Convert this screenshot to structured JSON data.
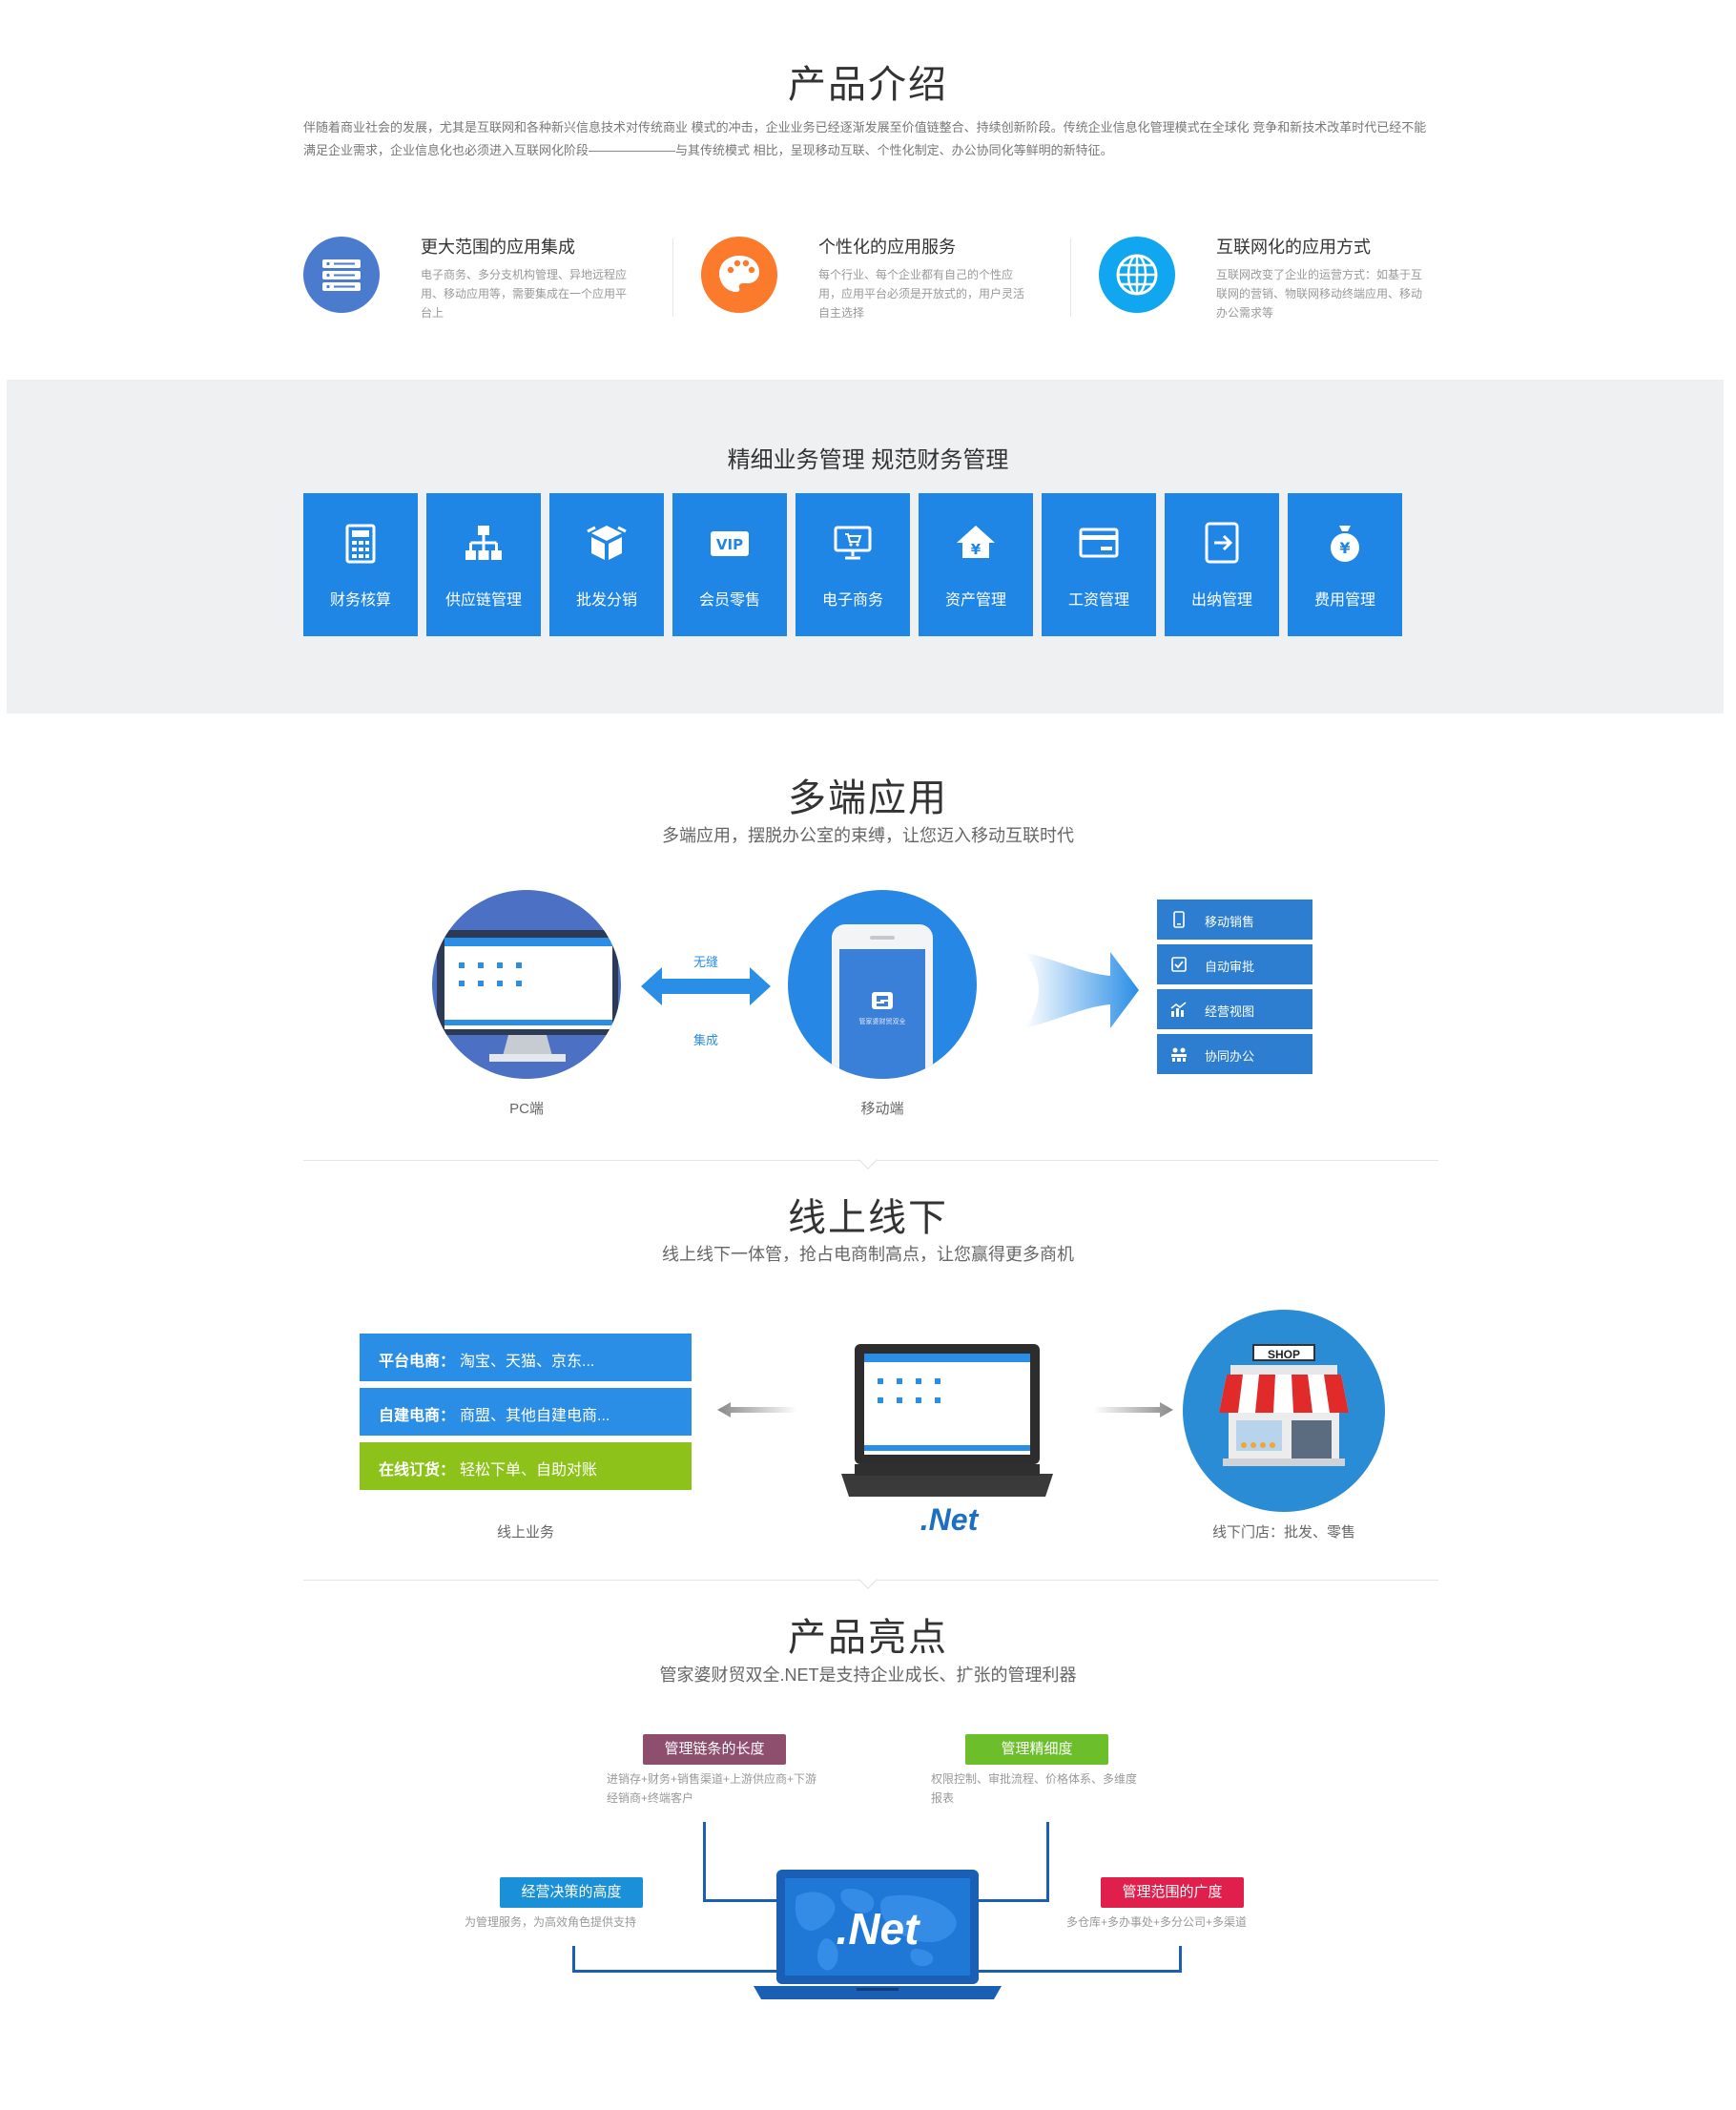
{
  "intro": {
    "title": "产品介绍",
    "text": "伴随着商业社会的发展，尤其是互联网和各种新兴信息技术对传统商业 模式的冲击，企业业务已经逐渐发展至价值链整合、持续创新阶段。传统企业信息化管理模式在全球化 竞争和新技术改革时代已经不能满足企业需求，企业信息化也必须进入互联网化阶段———————与其传统模式 相比，呈现移动互联、个性化制定、办公协同化等鲜明的新特征。",
    "features": [
      {
        "icon": "server-icon",
        "color": "#4a7bcd",
        "title": "更大范围的应用集成",
        "desc": "电子商务、多分支机构管理、异地远程应用、移动应用等，需要集成在一个应用平台上"
      },
      {
        "icon": "palette-icon",
        "color": "#fb7a2c",
        "title": "个性化的应用服务",
        "desc": "每个行业、每个企业都有自己的个性应用，应用平台必须是开放式的，用户灵活自主选择"
      },
      {
        "icon": "globe-icon",
        "color": "#10a6f0",
        "title": "互联网化的应用方式",
        "desc": "互联网改变了企业的运营方式：如基于互联网的营销、物联网移动终端应用、移动办公需求等"
      }
    ]
  },
  "modules": {
    "title": "精细业务管理  规范财务管理",
    "items": [
      {
        "label": "财务核算",
        "icon": "calculator-icon"
      },
      {
        "label": "供应链管理",
        "icon": "org-chart-icon"
      },
      {
        "label": "批发分销",
        "icon": "box-icon"
      },
      {
        "label": "会员零售",
        "icon": "vip-icon"
      },
      {
        "label": "电子商务",
        "icon": "monitor-cart-icon"
      },
      {
        "label": "资产管理",
        "icon": "house-yen-icon"
      },
      {
        "label": "工资管理",
        "icon": "card-icon"
      },
      {
        "label": "出纳管理",
        "icon": "exit-icon"
      },
      {
        "label": "费用管理",
        "icon": "money-bag-icon"
      }
    ]
  },
  "multi": {
    "title": "多端应用",
    "subtitle": "多端应用，摆脱办公室的束缚，让您迈入移动互联时代",
    "pc_label": "PC端",
    "mobile_label": "移动端",
    "arrow_top": "无缝",
    "arrow_bottom": "集成",
    "phone_brand": "管家婆财贸双全",
    "mobile_items": [
      {
        "label": "移动销售",
        "icon": "phone-icon"
      },
      {
        "label": "自动审批",
        "icon": "approve-icon"
      },
      {
        "label": "经营视图",
        "icon": "chart-icon"
      },
      {
        "label": "协同办公",
        "icon": "people-icon"
      }
    ]
  },
  "online": {
    "title": "线上线下",
    "subtitle": "线上线下一体管，抢占电商制高点，让您赢得更多商机",
    "bars": [
      {
        "key": "平台电商：",
        "val": "淘宝、天猫、京东...",
        "color": "#2a8ee6"
      },
      {
        "key": "自建电商：",
        "val": "商盟、其他自建电商...",
        "color": "#2a8ee6"
      },
      {
        "key": "在线订货：",
        "val": "轻松下单、自助对账",
        "color": "#8cc21a"
      }
    ],
    "online_label": "线上业务",
    "net_label": ".Net",
    "shop_sign": "SHOP",
    "offline_label": "线下门店：批发、零售"
  },
  "highlights": {
    "title": "产品亮点",
    "subtitle": "管家婆财贸双全.NET是支持企业成长、扩张的管理利器",
    "items": [
      {
        "tag": "管理链条的长度",
        "color": "#8e4f6e",
        "desc": "进销存+财务+销售渠道+上游供应商+下游经销商+终端客户"
      },
      {
        "tag": "管理精细度",
        "color": "#6cbf2a",
        "desc": "权限控制、审批流程、价格体系、多维度报表"
      },
      {
        "tag": "经营决策的高度",
        "color": "#1a90d8",
        "desc": "为管理服务，为高效角色提供支持"
      },
      {
        "tag": "管理范围的广度",
        "color": "#e01f4c",
        "desc": "多仓库+多办事处+多分公司+多渠道"
      }
    ],
    "net_label": ".Net"
  }
}
